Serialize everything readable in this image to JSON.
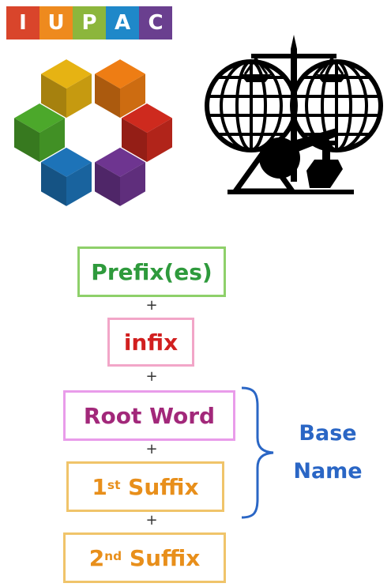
{
  "logo": {
    "letters": [
      {
        "char": "I",
        "color": "#d9452b"
      },
      {
        "char": "U",
        "color": "#ee8a1e"
      },
      {
        "char": "P",
        "color": "#8cb63c"
      },
      {
        "char": "A",
        "color": "#1f88c9"
      },
      {
        "char": "C",
        "color": "#6a3f8f"
      }
    ]
  },
  "cube_colors": [
    "#e6b313",
    "#ee7d14",
    "#ce2a1e",
    "#6e3590",
    "#1d73b8",
    "#4ca82b"
  ],
  "diagram": {
    "prefix": {
      "text": "Prefix(es)",
      "text_color": "#2e9a3c",
      "border_color": "#8ed06a"
    },
    "plus": "+",
    "infix": {
      "text": "infix",
      "text_color": "#d11f1f",
      "border_color": "#f2a6c8"
    },
    "root": {
      "text": "Root Word",
      "text_color": "#a2287a",
      "border_color": "#e99cea"
    },
    "suffix1": {
      "num": "1",
      "sup": "st",
      "word": " Suffix",
      "text_color": "#e88f1b",
      "border_color": "#f0c46a"
    },
    "suffix2": {
      "num": "2",
      "sup": "nd",
      "word": " Suffix",
      "text_color": "#e88f1b",
      "border_color": "#f0c46a"
    },
    "base_name": {
      "line1": "Base",
      "line2": "Name",
      "color": "#2a66c5"
    }
  }
}
